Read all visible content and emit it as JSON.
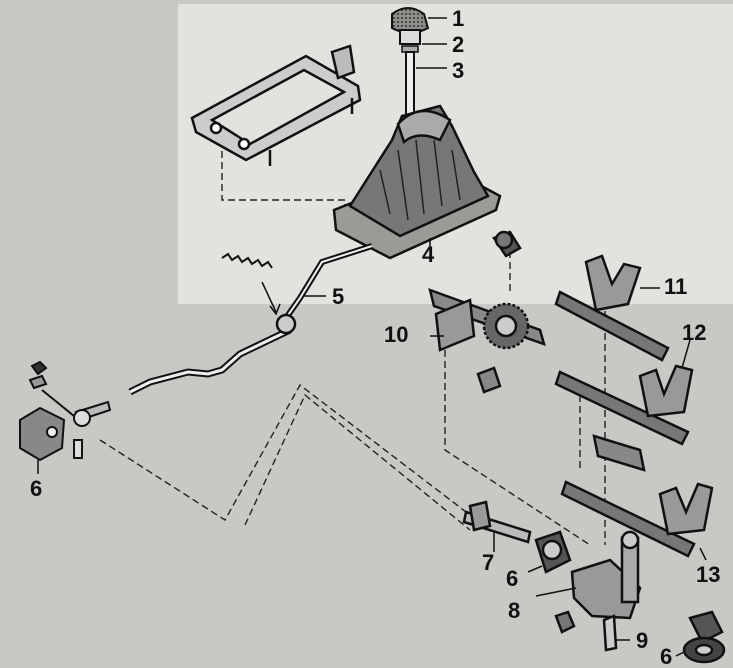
{
  "diagram": {
    "callouts": [
      {
        "id": "knob",
        "label": "1"
      },
      {
        "id": "knob-collar",
        "label": "2"
      },
      {
        "id": "lever-shaft",
        "label": "3"
      },
      {
        "id": "lever-housing",
        "label": "4"
      },
      {
        "id": "shift-rod",
        "label": "5"
      },
      {
        "id": "rod-clamp-left",
        "label": "6"
      },
      {
        "id": "selector-shaft",
        "label": "7"
      },
      {
        "id": "rod-clamp-center",
        "label": "6"
      },
      {
        "id": "interlock-bracket",
        "label": "8"
      },
      {
        "id": "detent-plunger",
        "label": "9"
      },
      {
        "id": "rod-clamp-bottom",
        "label": "6"
      },
      {
        "id": "shift-shaft-assembly",
        "label": "10"
      },
      {
        "id": "fork-upper",
        "label": "11"
      },
      {
        "id": "fork-middle",
        "label": "12"
      },
      {
        "id": "fork-lower",
        "label": "13"
      }
    ]
  }
}
